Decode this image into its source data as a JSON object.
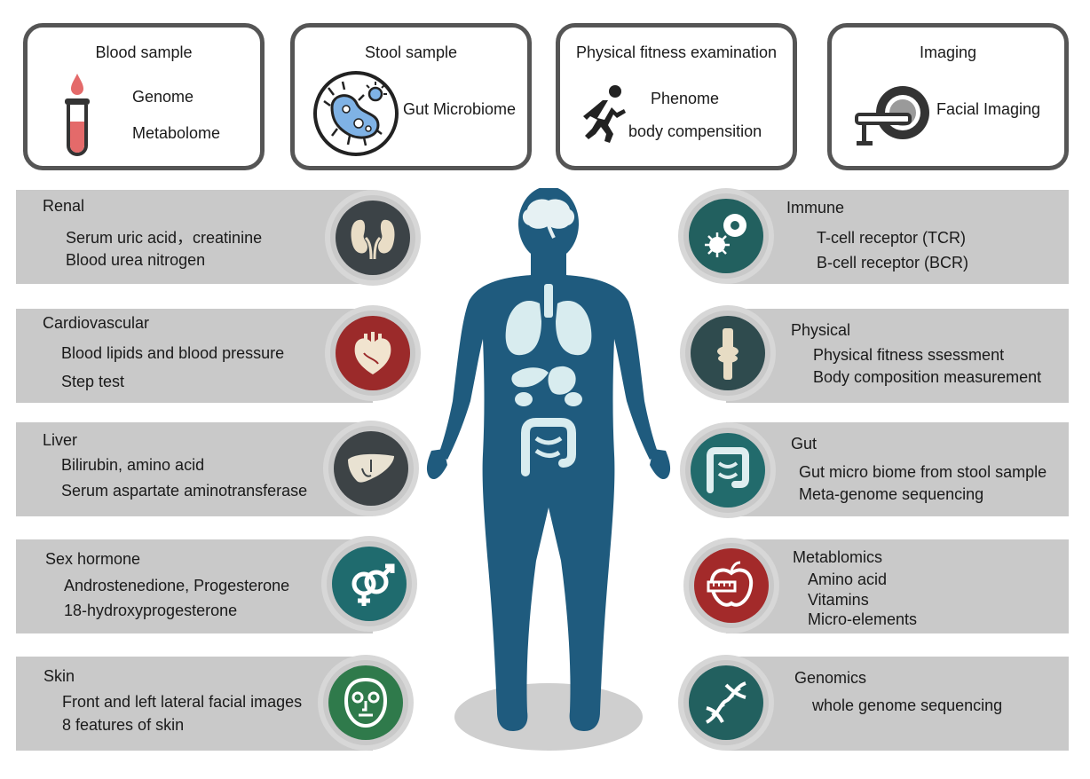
{
  "sample_boxes": {
    "blood": {
      "title": "Blood sample",
      "lines": [
        "Genome",
        "Metabolome"
      ],
      "icon": "test-tube-icon"
    },
    "stool": {
      "title": "Stool sample",
      "lines": [
        "Gut Microbiome"
      ],
      "icon": "microbe-icon"
    },
    "physical": {
      "title": "Physical fitness examination",
      "lines": [
        "Phenome",
        "body compensition"
      ],
      "icon": "runner-icon"
    },
    "imaging": {
      "title": "Imaging",
      "lines": [
        "Facial Imaging"
      ],
      "icon": "mri-scanner-icon"
    }
  },
  "left_panels": {
    "renal": {
      "title": "Renal",
      "lines": [
        "Serum uric acid，creatinine",
        "Blood urea nitrogen"
      ],
      "icon": "kidney-icon",
      "color": "#3c4347"
    },
    "cardio": {
      "title": "Cardiovascular",
      "lines": [
        "Blood lipids and blood pressure",
        "Step test"
      ],
      "icon": "heart-icon",
      "color": "#9b2a2a"
    },
    "liver": {
      "title": "Liver",
      "lines": [
        "Bilirubin, amino acid",
        "Serum aspartate aminotransferase"
      ],
      "icon": "liver-icon",
      "color": "#3d4346"
    },
    "sex": {
      "title": "Sex hormone",
      "lines": [
        "Androstenedione, Progesterone",
        "18-hydroxyprogesterone"
      ],
      "icon": "gender-symbols-icon",
      "color": "#1f6b6e"
    },
    "skin": {
      "title": "Skin",
      "lines": [
        "Front and left lateral facial images",
        "8 features of skin"
      ],
      "icon": "face-mask-icon",
      "color": "#2f7a4b"
    }
  },
  "right_panels": {
    "immune": {
      "title": "Immune",
      "lines": [
        "T-cell receptor (TCR)",
        "B-cell receptor (BCR)"
      ],
      "icon": "immune-cell-icon",
      "color": "#22605f"
    },
    "physical": {
      "title": "Physical",
      "lines": [
        "Physical fitness ssessment",
        "Body composition measurement"
      ],
      "icon": "knee-joint-icon",
      "color": "#2f4b4e"
    },
    "gut": {
      "title": "Gut",
      "lines": [
        "Gut micro biome from stool sample",
        "Meta-genome sequencing"
      ],
      "icon": "intestine-icon",
      "color": "#226b6c"
    },
    "metab": {
      "title": "Metablomics",
      "lines": [
        "Amino acid",
        "Vitamins",
        "Micro-elements"
      ],
      "icon": "apple-tape-icon",
      "color": "#a32a2a"
    },
    "genomics": {
      "title": "Genomics",
      "lines": [
        "whole genome sequencing"
      ],
      "icon": "dna-icon",
      "color": "#22605f"
    }
  },
  "colors": {
    "body": "#1f5b7e",
    "organs": "#d8ecef",
    "panel": "#c9c9c9",
    "shadow": "#cfcfcf"
  }
}
